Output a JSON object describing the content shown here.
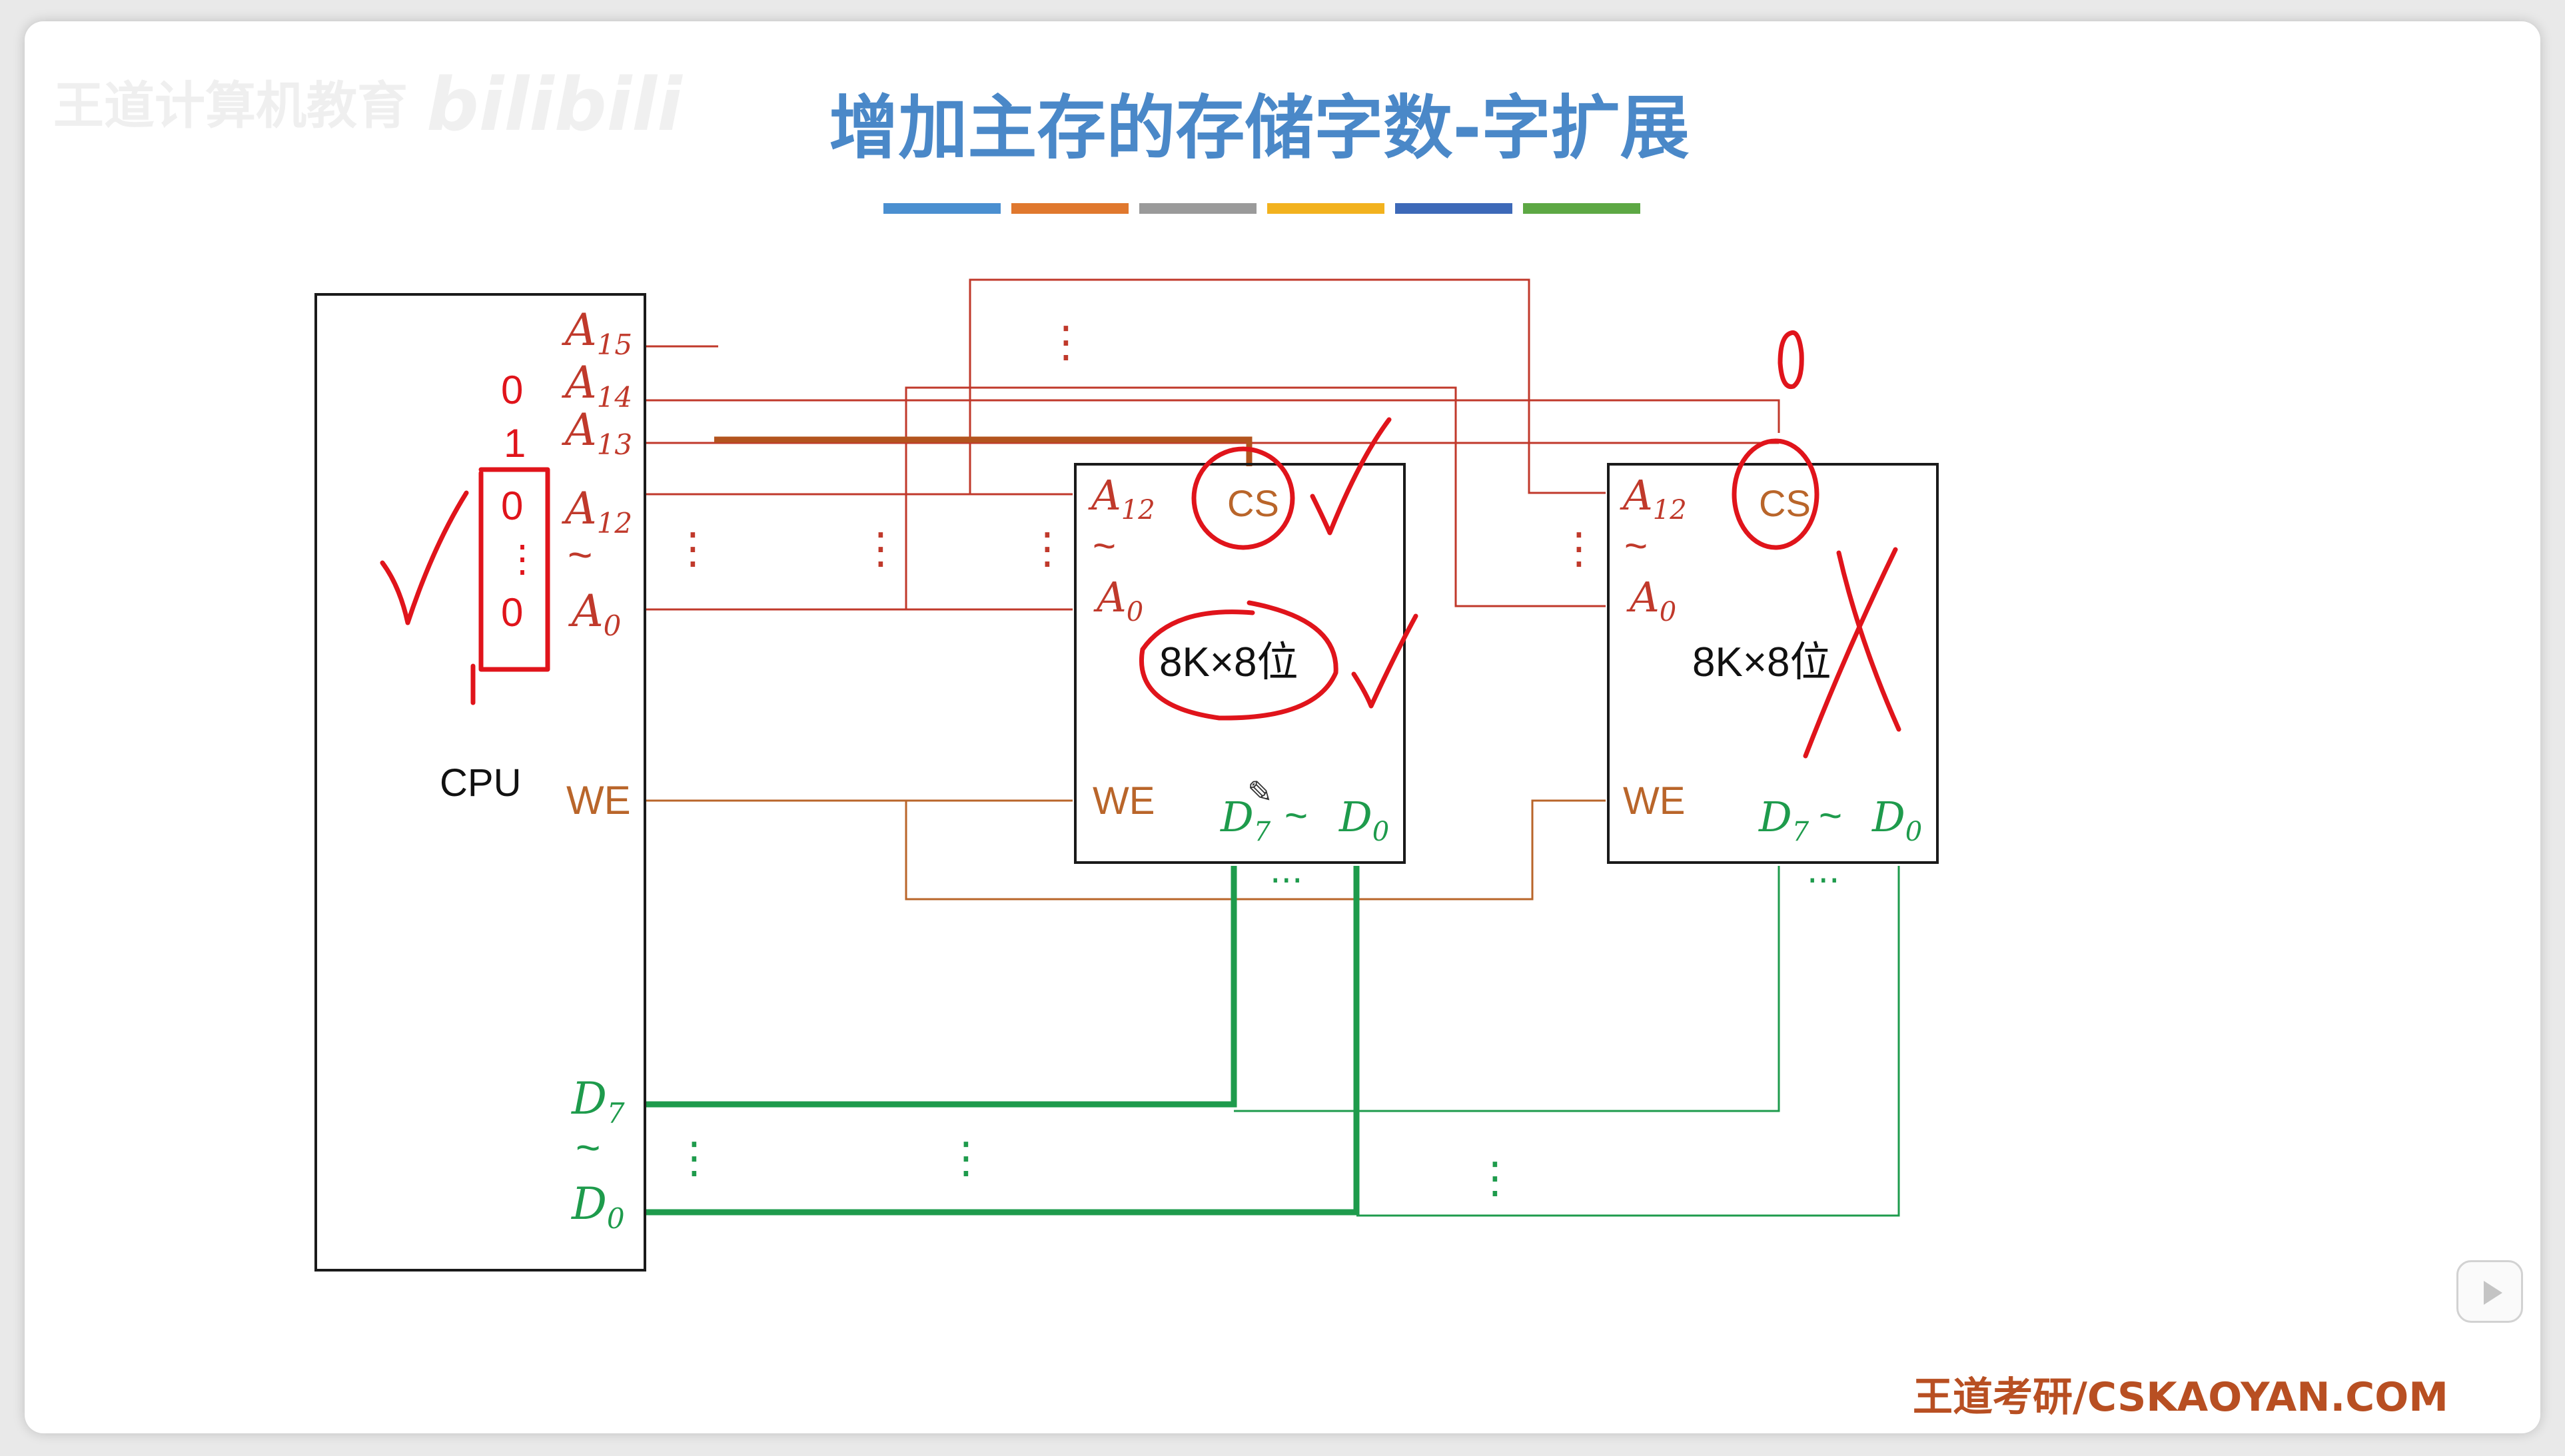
{
  "slide": {
    "title": "增加主存的存储字数-字扩展",
    "watermark": "王道计算机教育",
    "watermark_brand": "bilibili",
    "footer": "王道考研/CSKAOYAN.COM",
    "title_bar_colors": [
      "#4a8fd0",
      "#e0782e",
      "#9a9a9a",
      "#f2b21e",
      "#3d69b8",
      "#5da844"
    ]
  },
  "cpu": {
    "label": "CPU",
    "pins": {
      "a15": {
        "base": "A",
        "sub": "15"
      },
      "a14": {
        "base": "A",
        "sub": "14"
      },
      "a13": {
        "base": "A",
        "sub": "13"
      },
      "a12": {
        "base": "A",
        "sub": "12"
      },
      "tilde": "~",
      "a0": {
        "base": "A",
        "sub": "0"
      },
      "we": "WE",
      "d7": {
        "base": "D",
        "sub": "7"
      },
      "d0": {
        "base": "D",
        "sub": "0"
      }
    },
    "bit_values": {
      "a14": "0",
      "a13": "1",
      "a12": "0",
      "dots": "⋮",
      "a0": "0"
    }
  },
  "chips": [
    {
      "capacity": "8K×8位",
      "cs": "CS",
      "a12": {
        "base": "A",
        "sub": "12"
      },
      "tilde": "~",
      "a0": {
        "base": "A",
        "sub": "0"
      },
      "we": "WE",
      "d7": {
        "base": "D",
        "sub": "7"
      },
      "d_tilde": "~",
      "d0": {
        "base": "D",
        "sub": "0"
      }
    },
    {
      "capacity": "8K×8位",
      "cs": "CS",
      "a12": {
        "base": "A",
        "sub": "12"
      },
      "tilde": "~",
      "a0": {
        "base": "A",
        "sub": "0"
      },
      "we": "WE",
      "d7": {
        "base": "D",
        "sub": "7"
      },
      "d_tilde": "~",
      "d0": {
        "base": "D",
        "sub": "0"
      }
    }
  ],
  "annotations": {
    "cs_value_chip2": "0",
    "ellipsis": "⋮",
    "h_ellipsis": "···"
  },
  "colors": {
    "address": "#c0392b",
    "control": "#b9652a",
    "data": "#1e9b4c",
    "ink": "#e0141b",
    "title": "#4a88c8",
    "footer": "#b84f22",
    "box": "#1a1a1a"
  }
}
